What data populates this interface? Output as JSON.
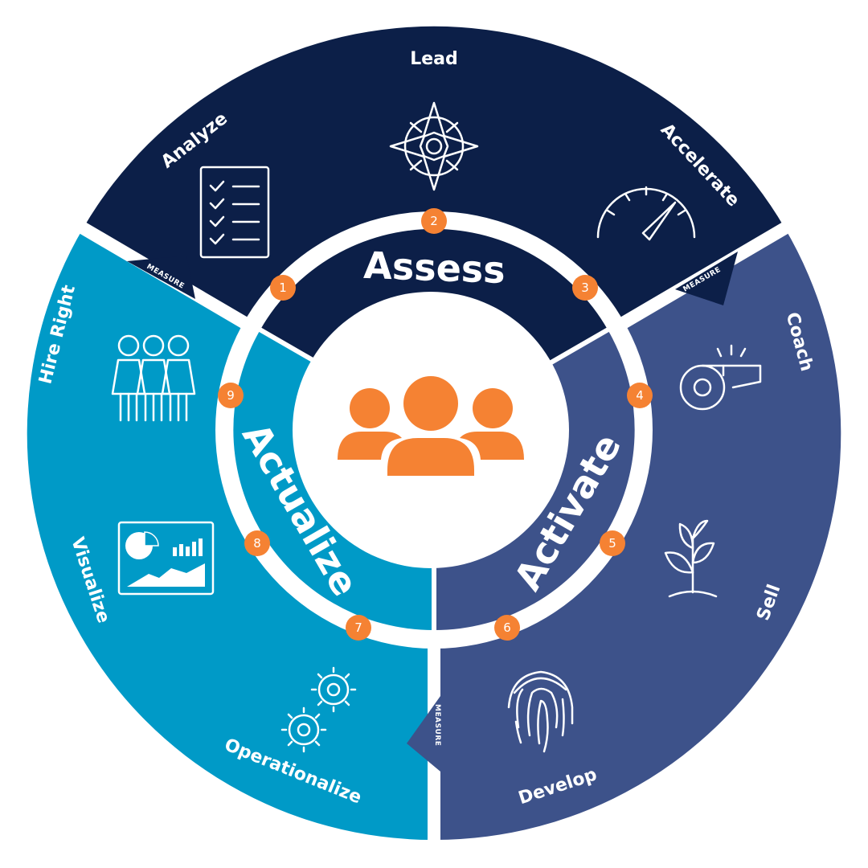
{
  "center": {
    "icon": "people-group-icon",
    "color": "#F58233"
  },
  "phases": [
    {
      "id": "assess",
      "label": "Assess",
      "color": "#0C1F48"
    },
    {
      "id": "activate",
      "label": "Activate",
      "color": "#3D528A"
    },
    {
      "id": "actualize",
      "label": "Actualize",
      "color": "#009AC7"
    }
  ],
  "outer_labels": {
    "lead": "Lead",
    "analyze": "Analyze",
    "accelerate": "Accelerate",
    "coach": "Coach",
    "sell": "Sell",
    "develop": "Develop",
    "operationalize": "Operationalize",
    "visualize": "Visualize",
    "hire_right": "Hire Right"
  },
  "measure_label": "MEASURE",
  "steps": [
    "1",
    "2",
    "3",
    "4",
    "5",
    "6",
    "7",
    "8",
    "9"
  ],
  "icons": {
    "lead": "compass-icon",
    "analyze": "checklist-icon",
    "accelerate": "speedometer-icon",
    "coach": "whistle-icon",
    "sell": "sprout-icon",
    "develop": "fingerprint-icon",
    "operationalize": "gears-icon",
    "visualize": "dashboard-icon",
    "hire_right": "people-icon"
  },
  "colors": {
    "accent": "#F58233",
    "ring": "#ffffff"
  }
}
